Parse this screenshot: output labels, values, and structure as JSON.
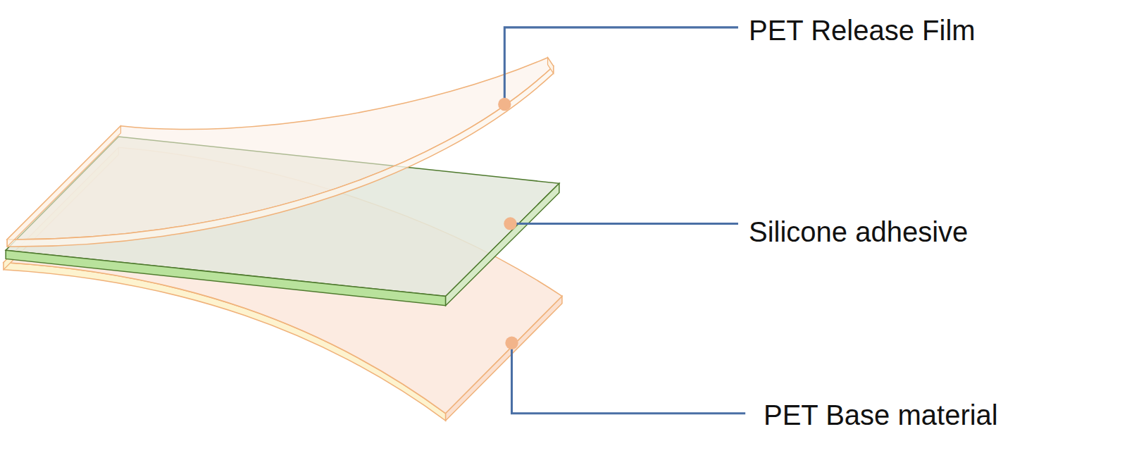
{
  "diagram": {
    "labels": [
      "PET Release Film",
      "Silicone adhesive",
      "PET Base material"
    ]
  }
}
